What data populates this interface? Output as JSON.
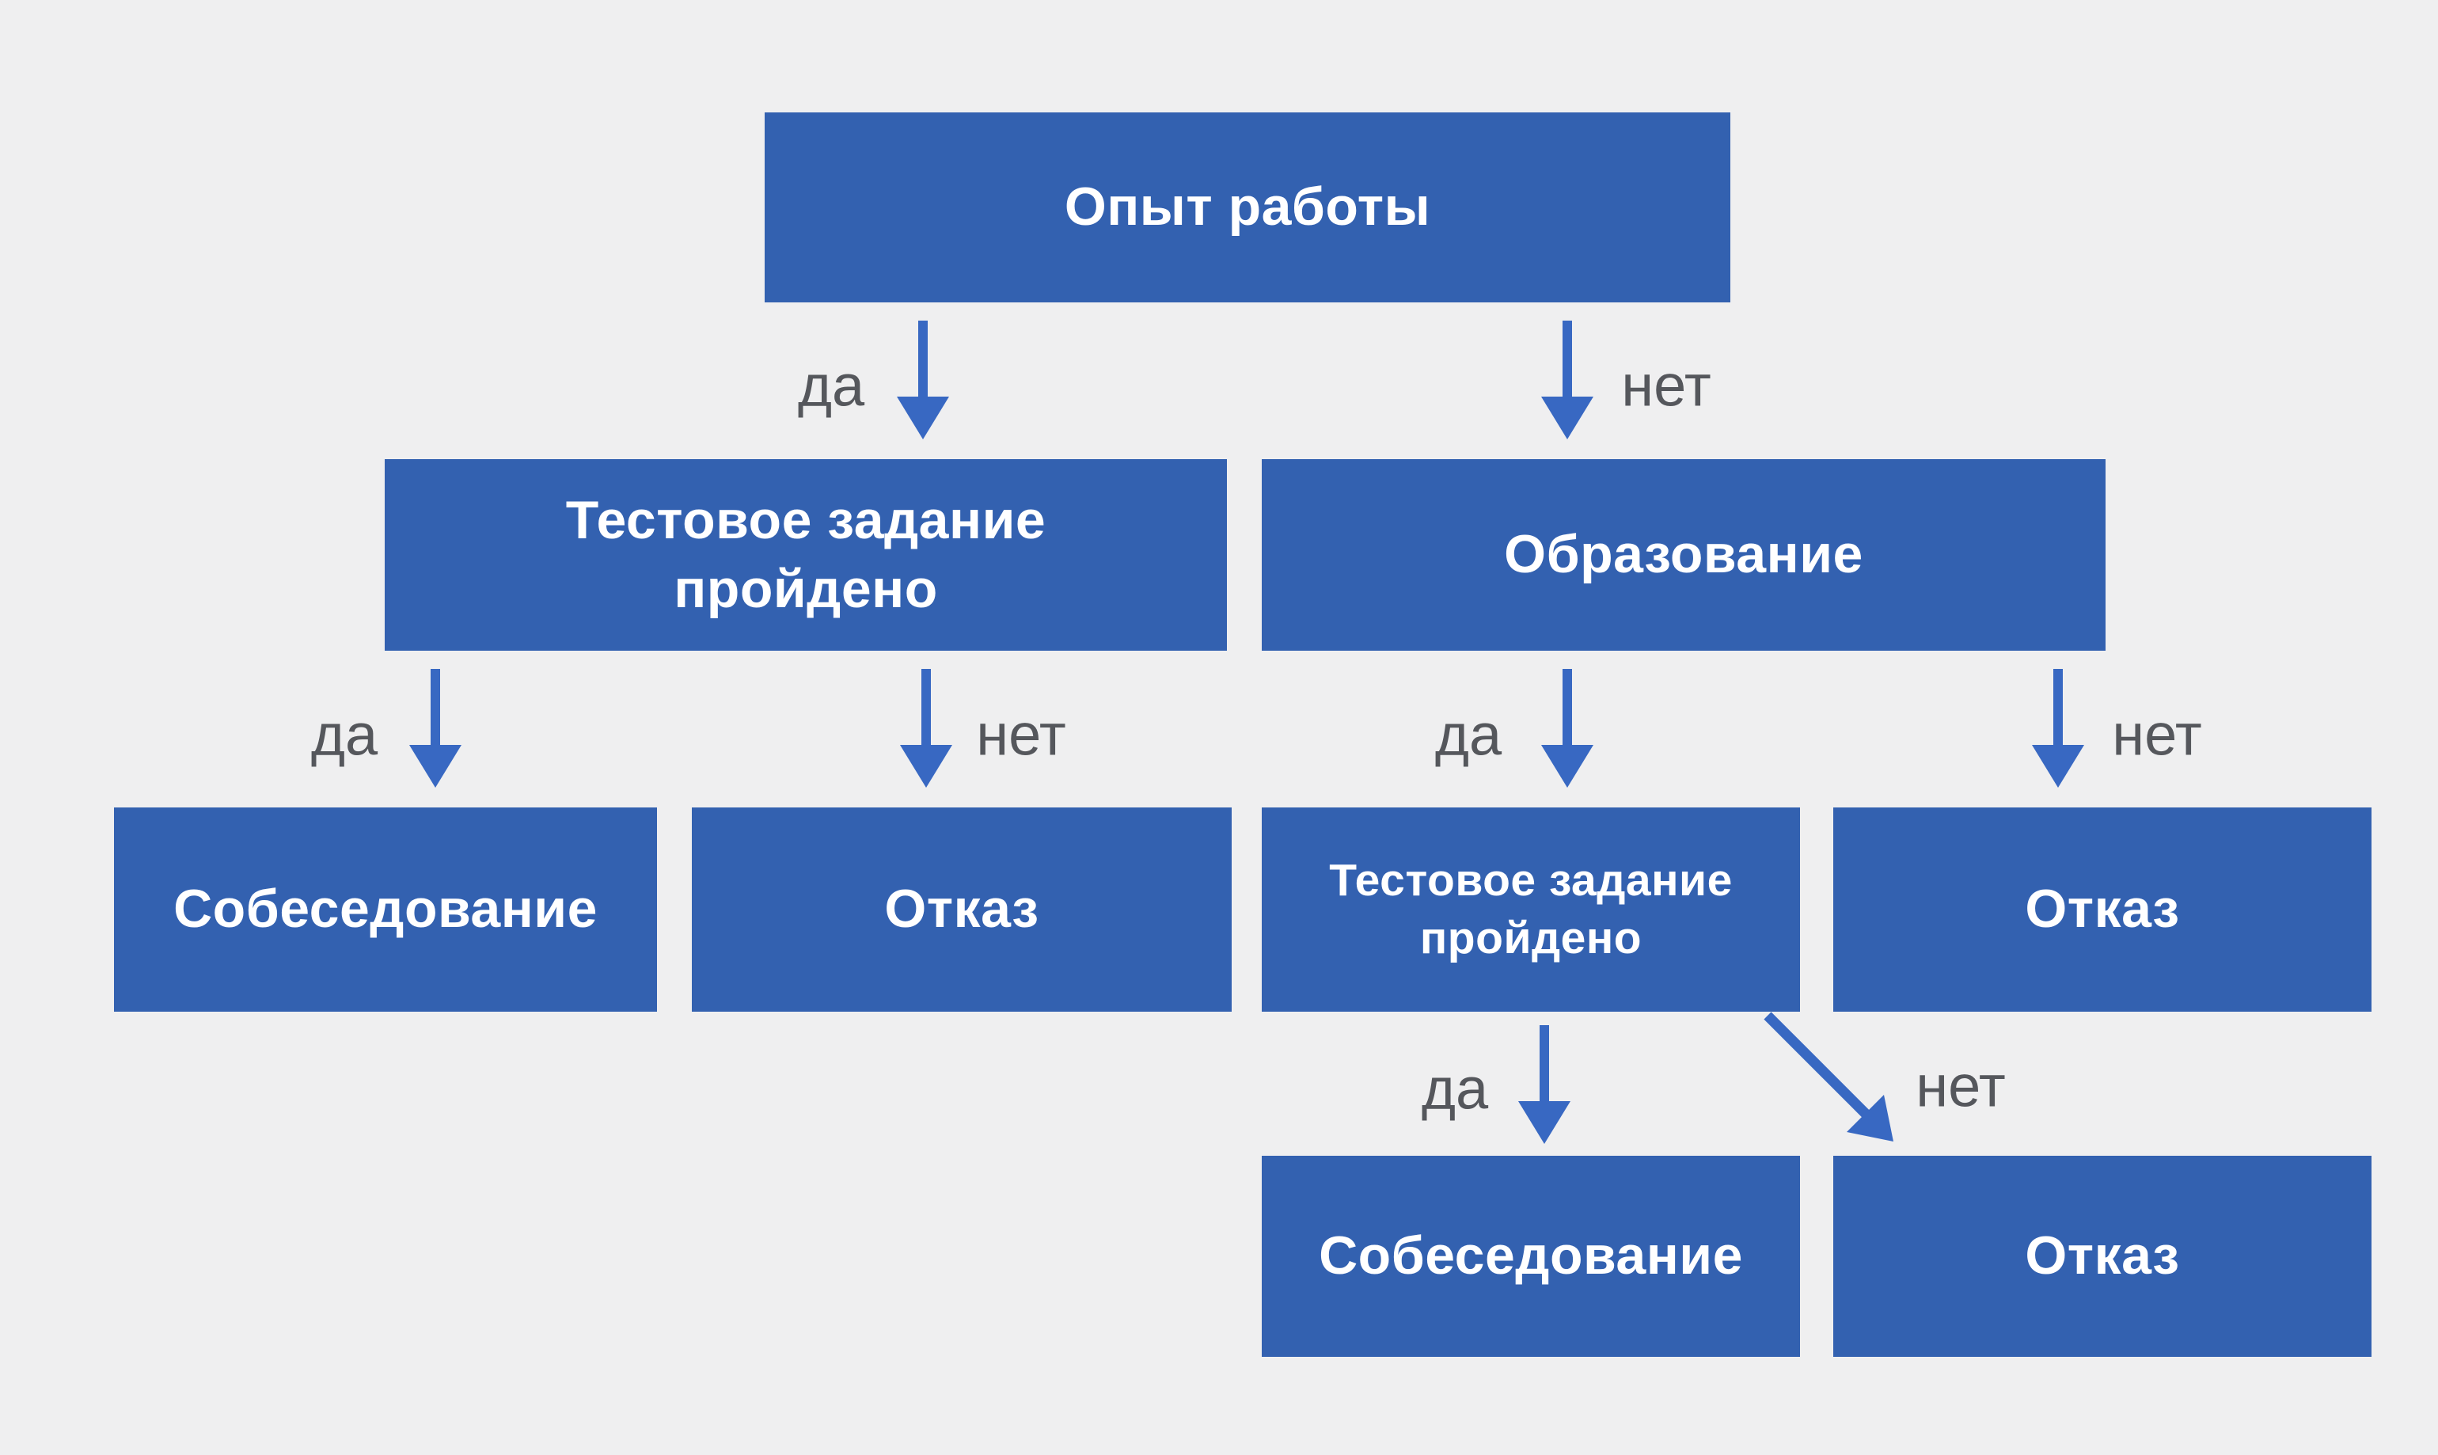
{
  "diagram": {
    "title": "Hiring decision flowchart (Russian)",
    "colors": {
      "background": "#efeff0",
      "box_fill": "#3361b0",
      "box_text": "#ffffff",
      "arrow": "#3868c2",
      "edge_label": "#55575c"
    },
    "nodes": [
      {
        "id": "root",
        "label": "Опыт работы"
      },
      {
        "id": "test1",
        "label": "Тестовое задание\nпройдено"
      },
      {
        "id": "edu",
        "label": "Образование"
      },
      {
        "id": "interview1",
        "label": "Собеседование"
      },
      {
        "id": "reject1",
        "label": "Отказ"
      },
      {
        "id": "test2",
        "label": "Тестовое задание\nпройдено"
      },
      {
        "id": "reject2",
        "label": "Отказ"
      },
      {
        "id": "interview2",
        "label": "Собеседование"
      },
      {
        "id": "reject3",
        "label": "Отказ"
      }
    ],
    "edges": [
      {
        "from": "root",
        "to": "test1",
        "label": "да"
      },
      {
        "from": "root",
        "to": "edu",
        "label": "нет"
      },
      {
        "from": "test1",
        "to": "interview1",
        "label": "да"
      },
      {
        "from": "test1",
        "to": "reject1",
        "label": "нет"
      },
      {
        "from": "edu",
        "to": "test2",
        "label": "да"
      },
      {
        "from": "edu",
        "to": "reject2",
        "label": "нет"
      },
      {
        "from": "test2",
        "to": "interview2",
        "label": "да"
      },
      {
        "from": "test2",
        "to": "reject3",
        "label": "нет"
      }
    ]
  }
}
